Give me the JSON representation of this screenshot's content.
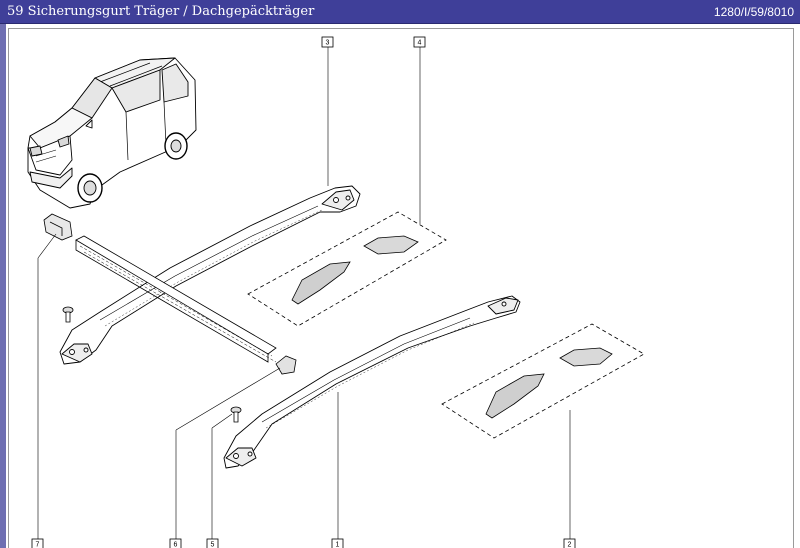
{
  "header": {
    "title": "59 Sicherungsgurt Träger / Dachgepäckträger",
    "reference": "1280/I/59/8010"
  },
  "callouts": {
    "c1": "1",
    "c2": "2",
    "c3": "3",
    "c4": "4",
    "c5": "5",
    "c6": "6",
    "c7": "7"
  },
  "colors": {
    "header_bg": "#3f3f99",
    "header_text": "#ffffff",
    "left_strip": "#6f6fb2",
    "line_art": "#000000"
  }
}
